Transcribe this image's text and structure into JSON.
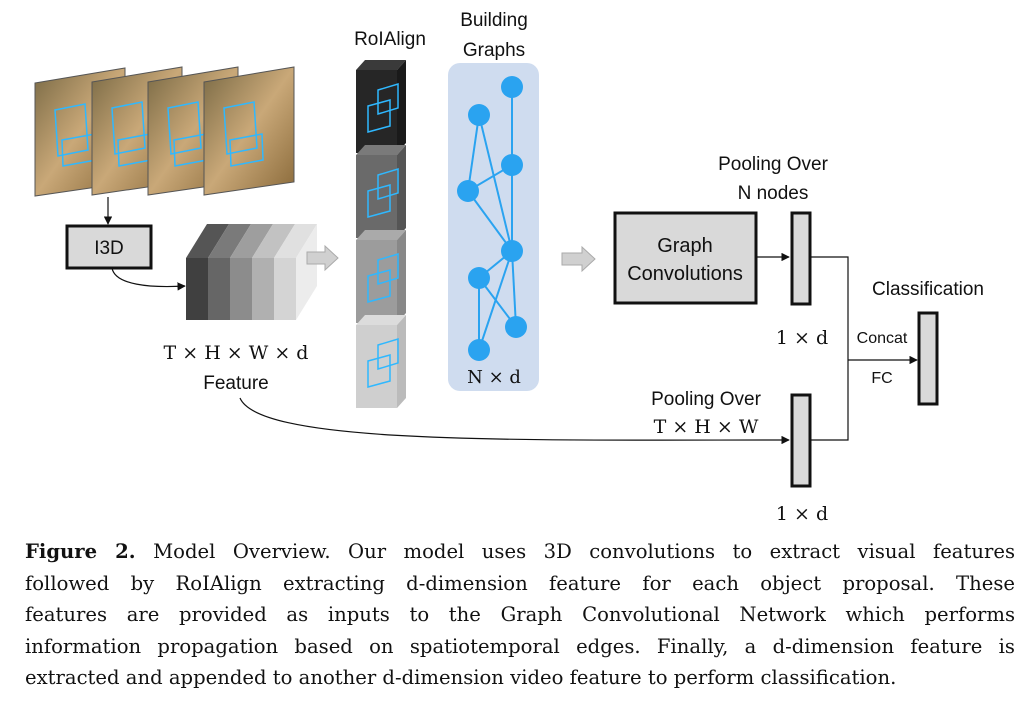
{
  "labels": {
    "i3d": "I3D",
    "roialign": "RoIAlign",
    "building_graphs": [
      "Building",
      "Graphs"
    ],
    "feature_dims": "T × H × W × d",
    "feature": "Feature",
    "graph_nodes_dim": "N × d",
    "graph_convolutions": [
      "Graph",
      "Convolutions"
    ],
    "pooling_nodes": [
      "Pooling Over",
      "N nodes"
    ],
    "pooling_thw": [
      "Pooling Over",
      "T × H × W"
    ],
    "dim_1xd_top": "1 × d",
    "dim_1xd_bottom": "1 × d",
    "classification": "Classification",
    "concat": "Concat",
    "fc": "FC"
  },
  "caption": {
    "figure_label": "Figure 2.",
    "lines": [
      " Model Overview. Our model uses 3D convolutions to extract visual features",
      "followed by RoIAlign extracting d-dimension feature for each object proposal. These",
      "features are provided as inputs to the Graph Convolutional Network which performs",
      "information propagation based on spatiotemporal edges. Finally, a d-dimension feature is",
      "extracted and appended to another d-dimension video feature to perform classification."
    ]
  },
  "colors": {
    "node": "#2aa3f0",
    "graph_panel": "#cfdcef",
    "box_fill": "#d9d9d9",
    "outline": "#111111",
    "arrow_fill": "#d0d0d0"
  }
}
